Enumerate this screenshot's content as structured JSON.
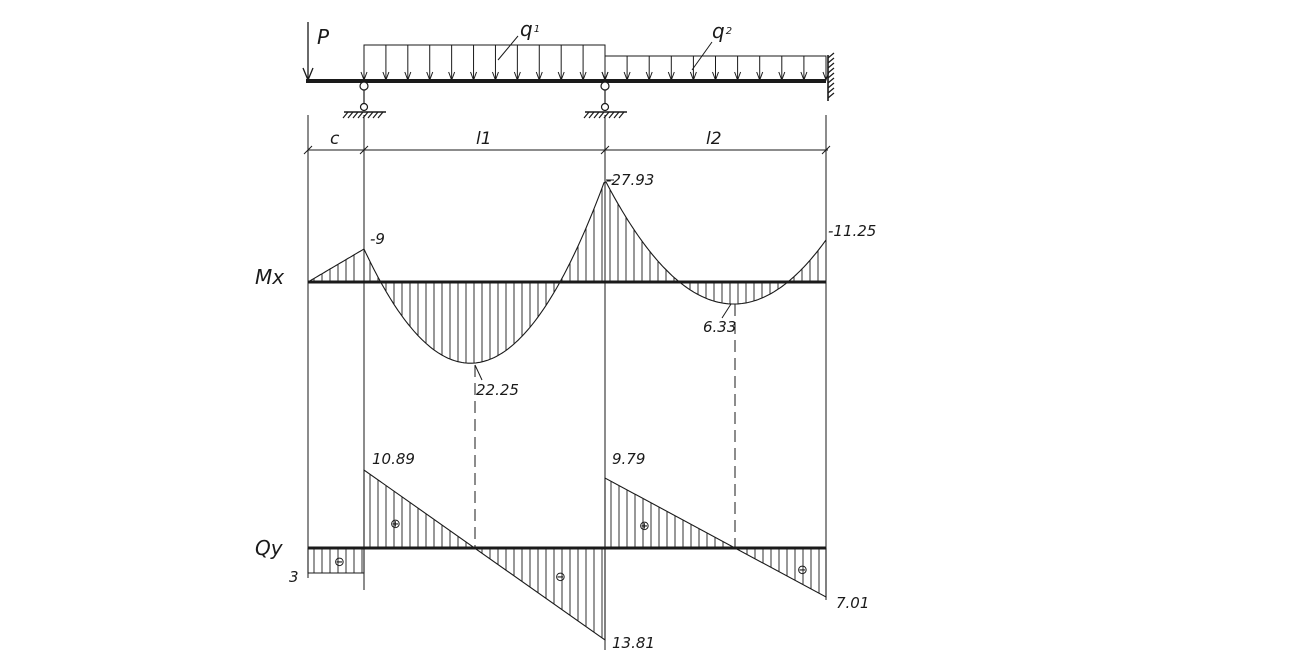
{
  "labels": {
    "load_p": "P",
    "q1": "q",
    "q1_sub": "1",
    "q2": "q",
    "q2_sub": "2",
    "span_c": "c",
    "span_l1": "l1",
    "span_l2": "l2",
    "moment_axis": "Mx",
    "shear_axis": "Qy"
  },
  "moment_values": {
    "support_b": "-9",
    "support_c": "-27.93",
    "fixed_end": "-11.25",
    "span1_max": "22.25",
    "span2_max": "6.33"
  },
  "shear_values": {
    "cantilever": "3",
    "span1_left": "10.89",
    "span1_right": "13.81",
    "span2_left": "9.79",
    "span2_right": "7.01"
  },
  "signs": {
    "plus": "⊕",
    "minus": "⊖"
  }
}
